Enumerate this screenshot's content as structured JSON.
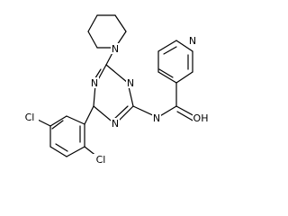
{
  "structure": {
    "atoms": {
      "pip_n": "N",
      "trz_n1": "N",
      "trz_n2": "N",
      "trz_n3": "N",
      "pyr_n": "N",
      "amide_n": "N",
      "amide_o": "OH",
      "cl_upper": "Cl",
      "cl_lower": "Cl"
    }
  }
}
